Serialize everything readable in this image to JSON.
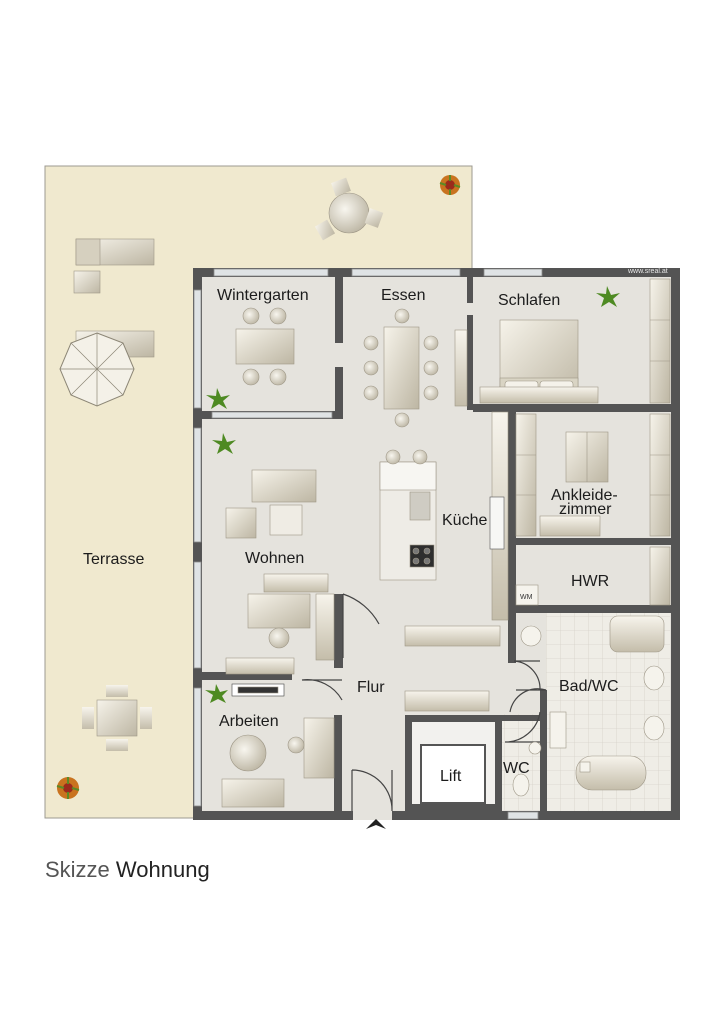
{
  "colors": {
    "terrace": "#f0e9cf",
    "floor": "#e5e3dd",
    "wall": "#545454",
    "window": "#d9dde0",
    "furniture": "#e3dfd4",
    "furniture_dark": "#b9b3a2",
    "tile": "#eceae3",
    "plant": "#4e8a22",
    "flower": "#c9731f"
  },
  "watermark": "www.sreal.at",
  "rooms": {
    "wintergarten": "Wintergarten",
    "essen": "Essen",
    "schlafen": "Schlafen",
    "ankleide_line1": "Ankleide-",
    "ankleide_line2": "zimmer",
    "kueche": "Küche",
    "wohnen": "Wohnen",
    "hwr": "HWR",
    "wm": "WM",
    "terrasse": "Terrasse",
    "flur": "Flur",
    "bad_wc": "Bad/WC",
    "arbeiten": "Arbeiten",
    "lift": "Lift",
    "wc": "WC"
  },
  "caption": {
    "part1": "Skizze",
    "part2": "Wohnung"
  }
}
